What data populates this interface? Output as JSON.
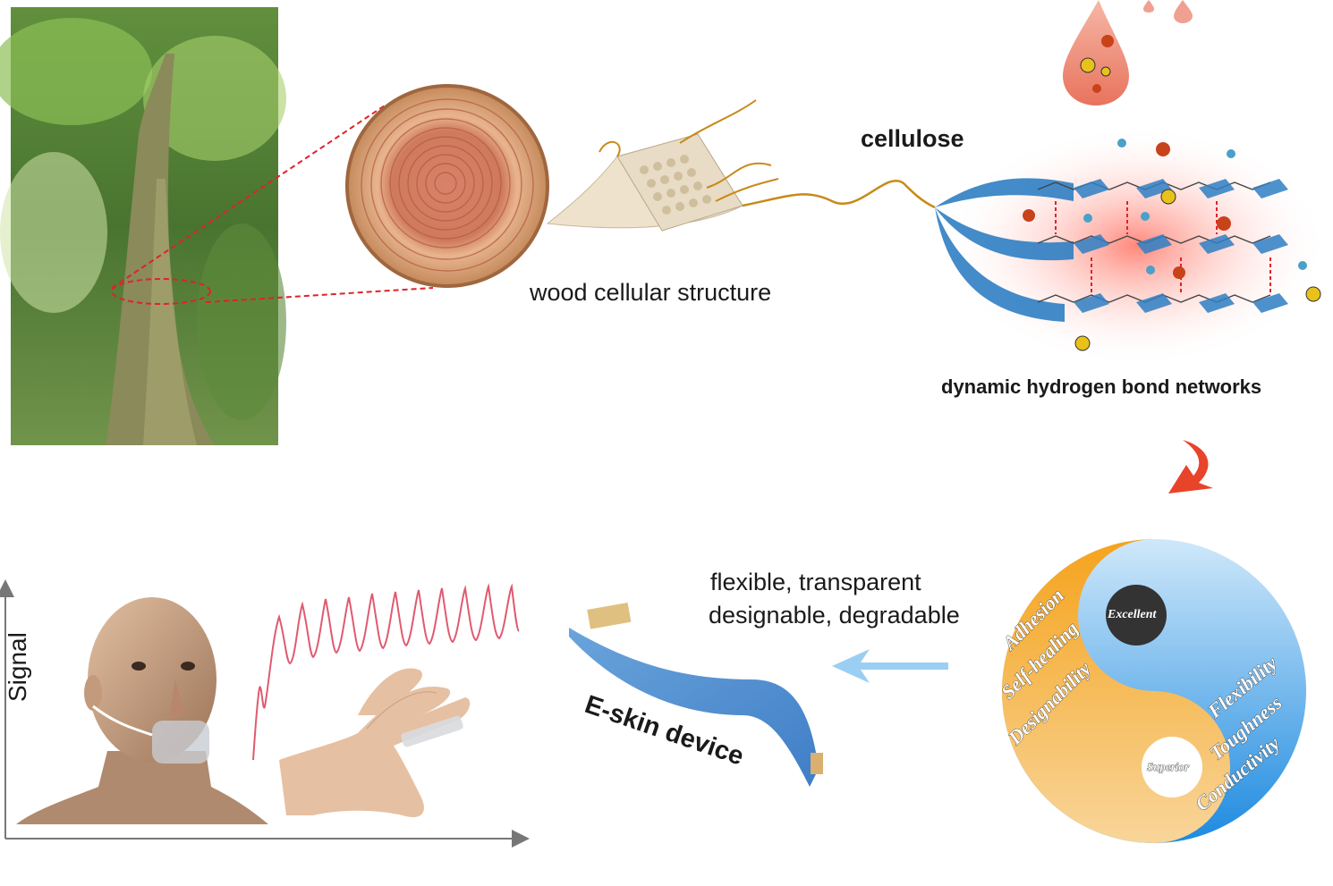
{
  "labels": {
    "wood_structure": "wood cellular structure",
    "cellulose": "cellulose",
    "hydrogen_bond": "dynamic hydrogen bond networks",
    "props_line1": "flexible, transparent",
    "props_line2": "designable, degradable",
    "eskin": "E-skin device",
    "signal_axis": "Signal"
  },
  "yinyang": {
    "left_words": [
      "Adhesion",
      "Self-healing",
      "Designability"
    ],
    "left_dot": "Excellent",
    "right_words": [
      "Flexibility",
      "Toughness",
      "Conductivity"
    ],
    "right_dot": "Superior"
  },
  "colors": {
    "accent_red": "#e0222a",
    "cellulose_blue": "#2f7fc4",
    "yin_orange": "#f0a030",
    "yang_blue": "#1f8fe0"
  }
}
